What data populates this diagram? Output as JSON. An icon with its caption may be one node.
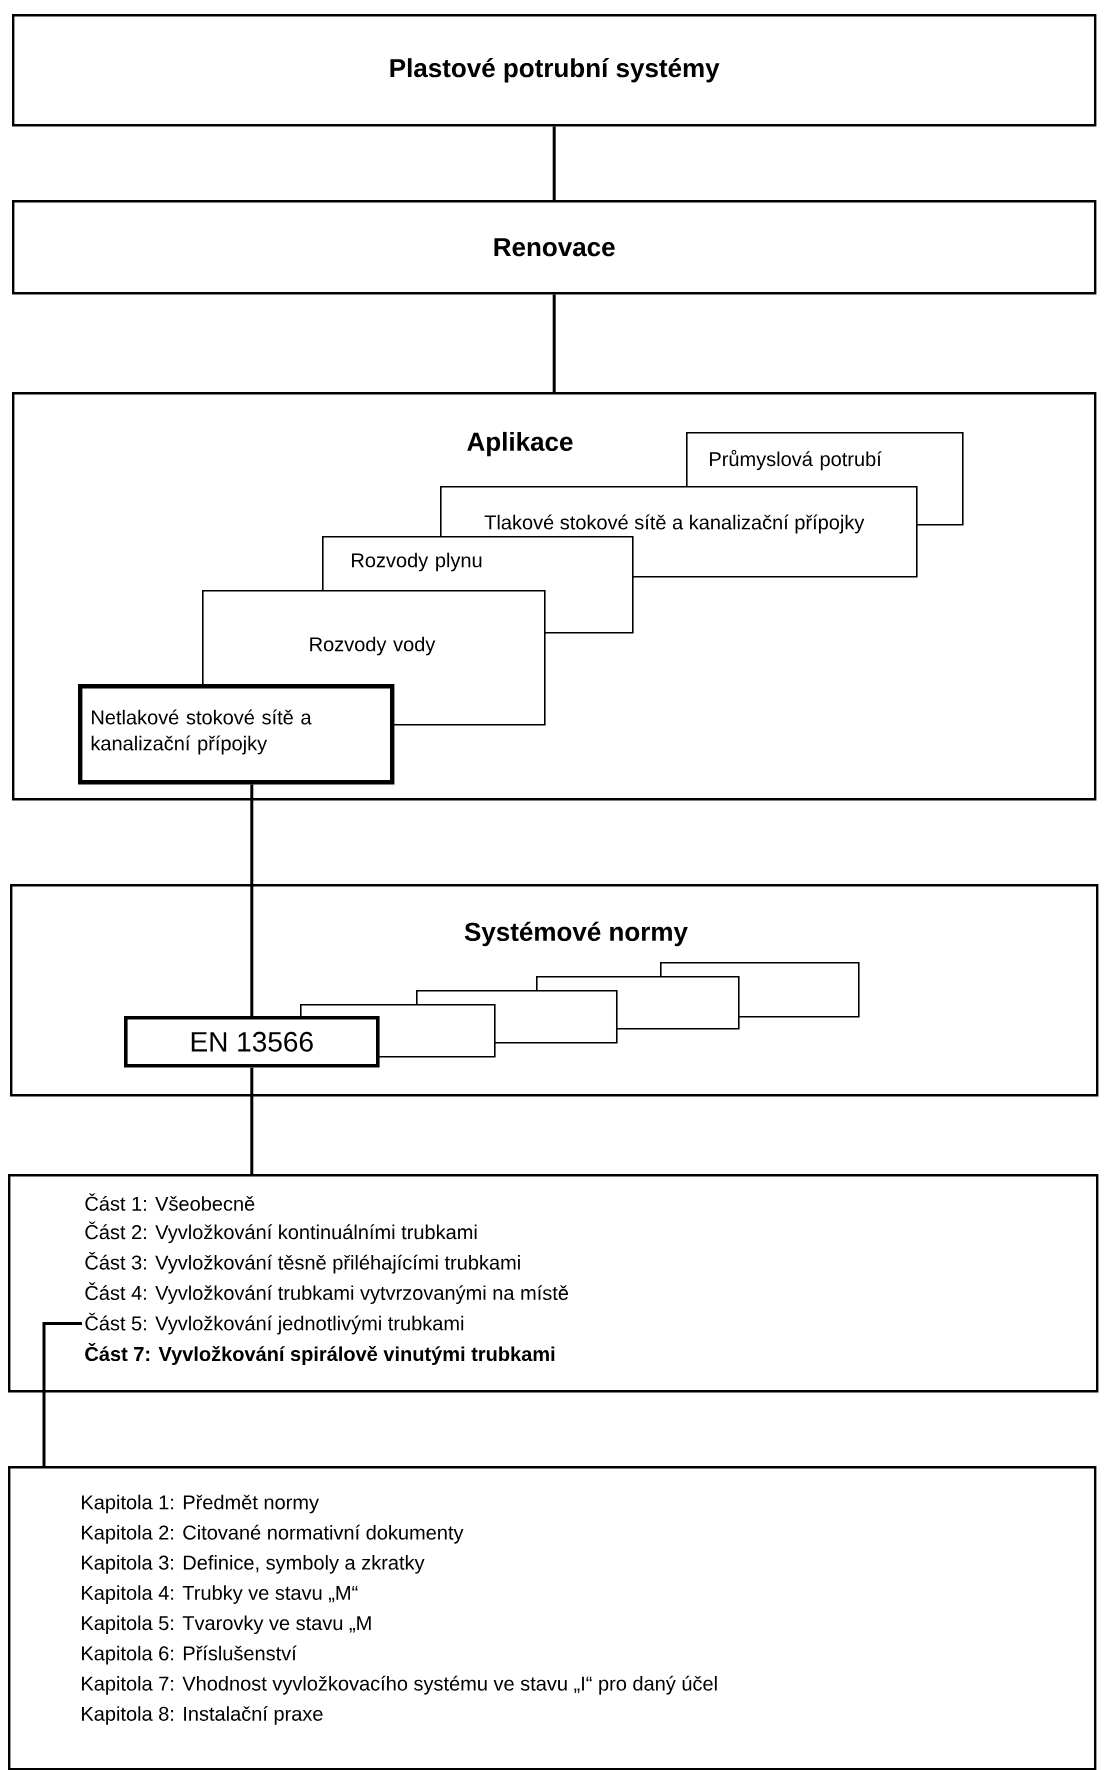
{
  "diagram": {
    "nodes": [
      {
        "text": [
          "Plastové potrubní systémy"
        ]
      },
      {
        "text": [
          "Renovace"
        ]
      },
      {
        "text": [
          "Aplikace"
        ]
      },
      {
        "text": [
          "Průmyslová potrubí"
        ],
        "in": 2
      },
      {
        "text": [
          "Tlakové stokové sítě a kanalizační přípojky"
        ],
        "in": 2
      },
      {
        "text": [
          "Rozvody plynu"
        ],
        "in": 2
      },
      {
        "text": [
          "Rozvody vody"
        ],
        "in": 2
      },
      {
        "text": [
          "Netlakové stokové sítě a kanalizační přípojky"
        ],
        "in": 2
      },
      {
        "text": [
          "Systémové normy"
        ]
      },
      {
        "text": [],
        "shape": "box",
        "in": 8
      },
      {
        "text": [],
        "shape": "box",
        "in": 8
      },
      {
        "text": [],
        "shape": "box",
        "in": 8
      },
      {
        "text": [],
        "shape": "box",
        "in": 8
      },
      {
        "text": [
          "EN 13566"
        ],
        "in": 8
      },
      {
        "text": [],
        "shape": "box"
      },
      {
        "text": [
          "Část 1: Všeobecně"
        ],
        "in": 14
      },
      {
        "text": [
          "Část 2: Vyvložkování kontinuálními trubkami"
        ],
        "in": 14
      },
      {
        "text": [
          "Část 3: Vyvložkování těsně přiléhajícími trubkami"
        ],
        "in": 14
      },
      {
        "text": [
          "Část 4: Vyvložkování trubkami vytvrzovanými na místě"
        ],
        "in": 14
      },
      {
        "text": [
          "Část 5: Vyvložkování jednotlivými trubkami"
        ],
        "in": 14
      },
      {
        "text": [
          "Část 7: Vyvložkování spirálově vinutými trubkami"
        ],
        "in": 14
      },
      {
        "text": [
          "Kapitola 1: Předmět normy",
          "Kapitola 2: Citované normativní dokumenty",
          "Kapitola 3: Definice, symboly a zkratky",
          "Kapitola 4: Trubky ve stavu „M“",
          "Kapitola 5: Tvarovky ve stavu „M",
          "Kapitola 6: Příslušenství",
          "Kapitola 7: Vhodnost vyvložkovacího systému ve stavu „I“ pro daný účel",
          "Kapitola 8: Instalační praxe"
        ]
      }
    ],
    "edges": [
      {
        "from": 0,
        "to": 1,
        "arrow": "none"
      },
      {
        "from": 1,
        "to": 2,
        "arrow": "none"
      },
      {
        "from": 7,
        "to": 13,
        "arrow": "none"
      },
      {
        "from": 13,
        "to": 14,
        "arrow": "none"
      },
      {
        "from": 19,
        "to": 21,
        "arrow": "none"
      }
    ]
  }
}
